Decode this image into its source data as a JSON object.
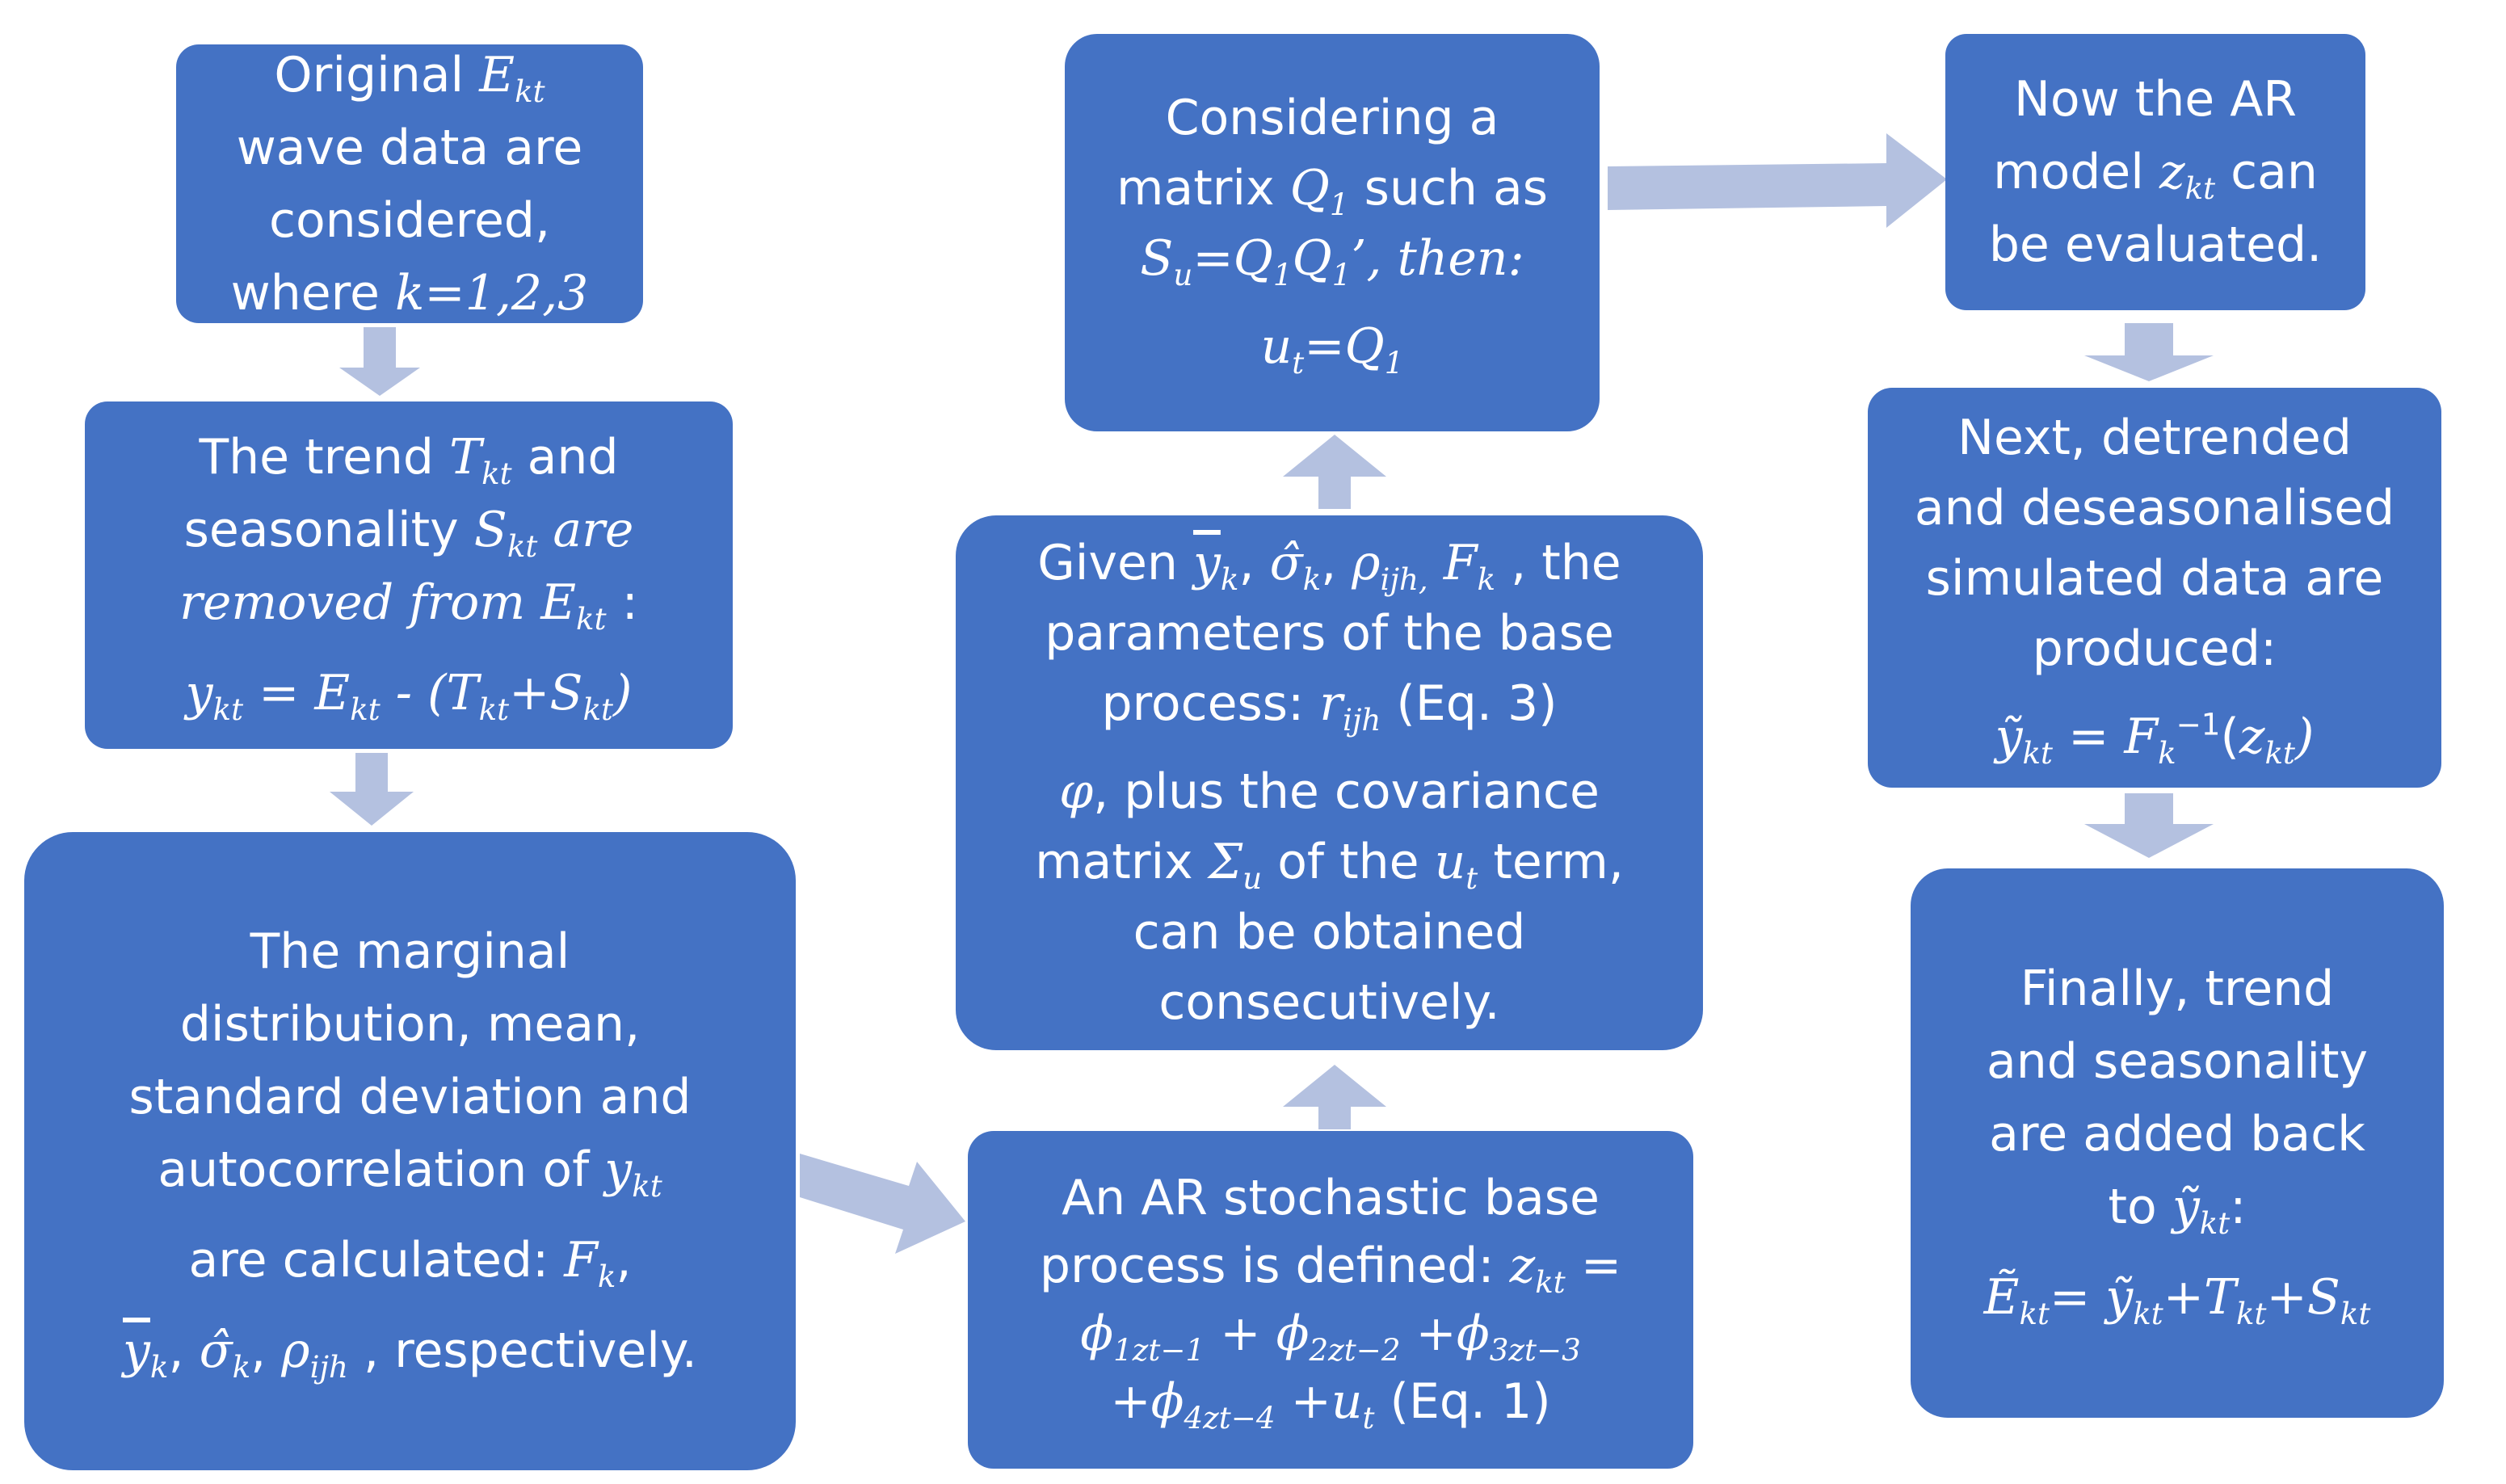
{
  "colors": {
    "box_fill": "#4472C4",
    "arrow_fill": "#B4C1E0",
    "text": "#FFFFFF"
  },
  "boxes": {
    "original": {
      "l1a": "Original ",
      "l1_var": "E",
      "l1_sub": "kt",
      "l2": "wave data are",
      "l3": "considered,",
      "l4a": "where  ",
      "l4_var": "k=1,2,3"
    },
    "trend": {
      "l1a": "The trend ",
      "l1_var": "T",
      "l1_sub": "kt",
      "l1b": " and",
      "l2a": "seasonality ",
      "l2_var": "S",
      "l2_sub": "kt",
      "l2b": " are",
      "l3a": "removed from E",
      "l3_sub": "kt",
      "l3b": " :",
      "eq_y": "y",
      "eq_y_sub": "kt",
      "eq_mid": " = E",
      "eq_e_sub": "kt",
      "eq_minus": " - (T",
      "eq_t_sub": "kt",
      "eq_plus": "+S",
      "eq_s_sub": "kt",
      "eq_close": ")"
    },
    "marginal": {
      "l1": "The marginal",
      "l2": "distribution, mean,",
      "l3": "standard deviation and",
      "l4a": "autocorrelation of ",
      "l4_var": "y",
      "l4_sub": "kt",
      "l5a": "are calculated: ",
      "l5_var": "F",
      "l5_sub": "k",
      "l5b": ",",
      "l6_y": "y",
      "l6_y_sub": "k",
      "l6_sep1": ", ",
      "l6_sigma": "σ̂",
      "l6_sigma_sub": "k",
      "l6_sep2": ", ",
      "l6_rho": "ρ",
      "l6_rho_sub": "ijh",
      "l6_end": " , respectively."
    },
    "ar_process": {
      "l1": "An AR stochastic base",
      "l2a": "process is defined:  ",
      "l2_var": "z",
      "l2_sub": "kt",
      "l2b": " =",
      "l3_p1": "ϕ",
      "l3_p1_sub": "1zt−1",
      "l3_plus1": " + ",
      "l3_p2": "ϕ",
      "l3_p2_sub": "2zt−2",
      "l3_plus2": " +",
      "l3_p3": "ϕ",
      "l3_p3_sub": "3zt−3",
      "l4_plus": "+",
      "l4_p4": "ϕ",
      "l4_p4_sub": "4zt−4",
      "l4_plus2": " +",
      "l4_u": "u",
      "l4_u_sub": "t",
      "l4_eq": " (Eq. 1)"
    },
    "given": {
      "l1a": "Given ",
      "l1_y": "y",
      "l1_y_sub": "k",
      "l1_sep1": ", ",
      "l1_sigma": "σ̂",
      "l1_sigma_sub": "k",
      "l1_sep2": ", ",
      "l1_rho": "ρ",
      "l1_rho_sub": "ijh,",
      "l1_f": " F",
      "l1_f_sub": "k",
      "l1_end": " , the",
      "l2": "parameters of the base",
      "l3a": "process: ",
      "l3_var": "r",
      "l3_sub": "ijh",
      "l3b": " (Eq. 3)",
      "l4a": "φ",
      "l4b": ", plus the covariance",
      "l5a": "matrix  ",
      "l5_var": "Σ",
      "l5_sub": "u",
      "l5b": " of the ",
      "l5_u": "u",
      "l5_u_sub": "t",
      "l5c": " term,",
      "l6": "can be obtained",
      "l7": "consecutively."
    },
    "considering": {
      "l1": "Considering a",
      "l2a": "matrix ",
      "l2_var": "Q",
      "l2_sub": "1",
      "l2b": " such as",
      "l3_s": "S",
      "l3_s_sub": "u",
      "l3_eq": "=Q",
      "l3_q_sub": "1",
      "l3_q2": "Q",
      "l3_q2_sub": "1",
      "l3_end": "’, then:",
      "l4_u": "u",
      "l4_u_sub": "t",
      "l4_eq": "=Q",
      "l4_q_sub": "1"
    },
    "now_ar": {
      "l1": "Now the AR",
      "l2a": "model ",
      "l2_var": "z",
      "l2_sub": "kt",
      "l2b": " can",
      "l3": "be evaluated."
    },
    "detrended": {
      "l1": "Next, detrended",
      "l2": "and deseasonalised",
      "l3": "simulated data are",
      "l4": "produced:",
      "eq_y": "ỹ",
      "eq_y_sub": "kt",
      "eq_eq": " = ",
      "eq_f": "F",
      "eq_f_sub": "k",
      "eq_sup": "−1",
      "eq_open": "(",
      "eq_z": "z",
      "eq_z_sub": "kt",
      "eq_close": ")"
    },
    "finally": {
      "l1": "Finally, trend",
      "l2": "and seasonality",
      "l3": "are added back",
      "l4a": "to ",
      "l4_y": "ỹ",
      "l4_y_sub": "kt",
      "l4b": ":",
      "eq_e": "Ẽ",
      "eq_e_sub": "kt",
      "eq_eq": "= ",
      "eq_y": "ỹ",
      "eq_y_sub": "kt",
      "eq_plus_t": "+T",
      "eq_t_sub": "kt",
      "eq_plus_s": "+S",
      "eq_s_sub": "kt"
    }
  }
}
